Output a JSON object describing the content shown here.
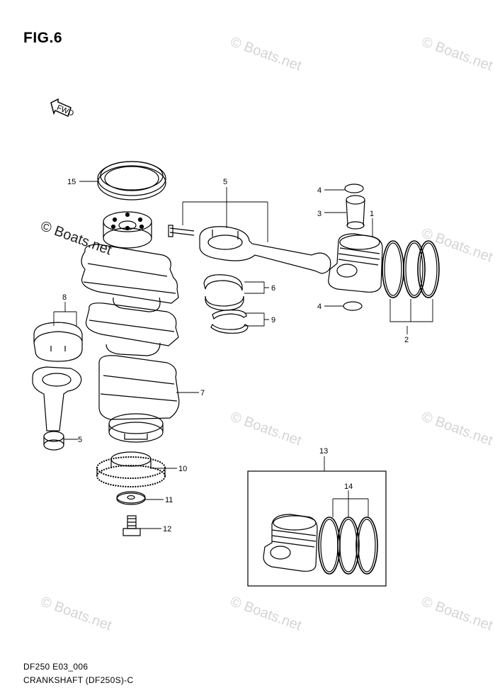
{
  "figure": {
    "title": "FIG.6"
  },
  "footer": {
    "code": "DF250 E03_006",
    "caption": "CRANKSHAFT (DF250S)-C"
  },
  "fwd_label": "FWD",
  "watermark": "© Boats.net",
  "callouts": [
    "1",
    "2",
    "3",
    "4",
    "4",
    "5",
    "5",
    "6",
    "7",
    "8",
    "9",
    "10",
    "11",
    "12",
    "13",
    "14",
    "15"
  ]
}
